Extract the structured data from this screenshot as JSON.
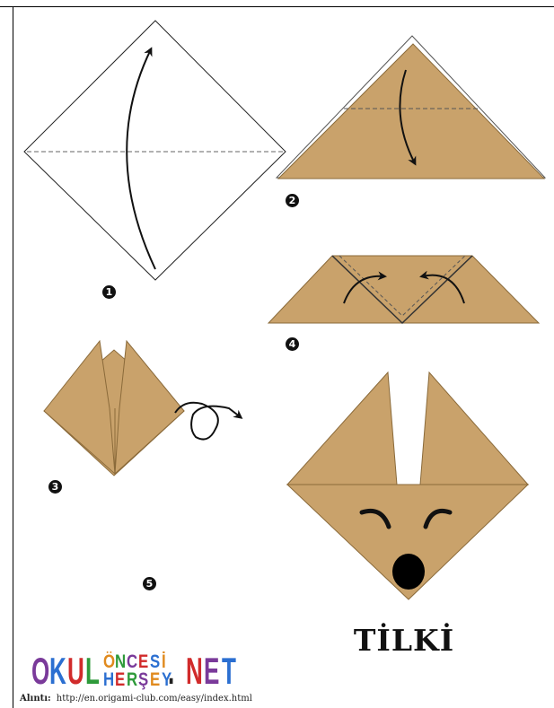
{
  "steps": [
    {
      "number": "1"
    },
    {
      "number": "2"
    },
    {
      "number": "3"
    },
    {
      "number": "4"
    },
    {
      "number": "5"
    }
  ],
  "title": "TİLKİ",
  "logo": {
    "letters_1": [
      "O",
      "K",
      "U",
      "L"
    ],
    "row_top": [
      "Ö",
      "N",
      "C",
      "E",
      "S",
      "İ"
    ],
    "row_bottom": [
      "H",
      "E",
      "R",
      "Ş",
      "E",
      "Y"
    ],
    "dot": ".",
    "letters_2": [
      "N",
      "E",
      "T"
    ],
    "colors": {
      "O": "#7a3a9a",
      "K": "#2b6fd1",
      "U": "#d12b2b",
      "L": "#2e9a3a",
      "row_top": [
        "#e08a1e",
        "#2e9a3a",
        "#7a3a9a",
        "#d12b2b",
        "#2b6fd1",
        "#e08a1e"
      ],
      "row_bottom": [
        "#2b6fd1",
        "#d12b2b",
        "#2e9a3a",
        "#7a3a9a",
        "#e08a1e",
        "#2b6fd1"
      ],
      "dot": "#222222",
      "N": "#d12b2b",
      "E": "#7a3a9a",
      "T": "#2b6fd1"
    }
  },
  "source": {
    "label": "Alıntı:",
    "url": "http://en.origami-club.com/easy/index.html"
  },
  "colors": {
    "paper": "#c9a26b",
    "paper_stroke": "#8a6a3a",
    "fold_line": "#555555",
    "ink": "#111111"
  }
}
